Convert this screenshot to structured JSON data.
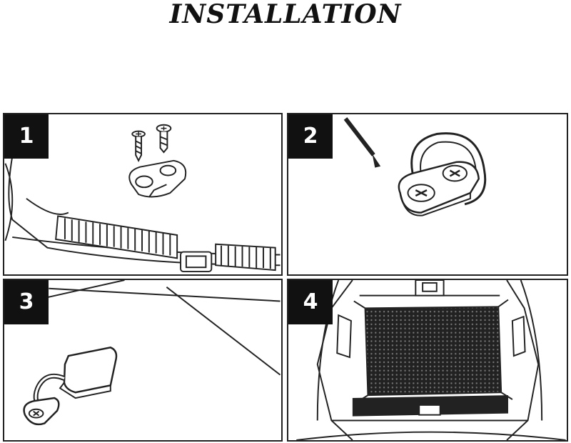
{
  "page": {
    "title": "INSTALLATION"
  },
  "steps": [
    {
      "number": "1"
    },
    {
      "number": "2"
    },
    {
      "number": "3"
    },
    {
      "number": "4"
    }
  ]
}
